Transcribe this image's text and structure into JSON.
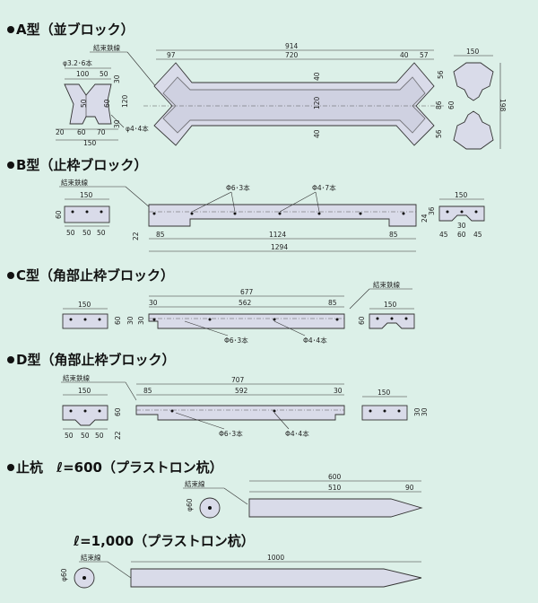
{
  "sections": {
    "a": {
      "title": "A型（並ブロック）"
    },
    "b": {
      "title": "B型（止枠ブロック）"
    },
    "c": {
      "title": "C型（角部止枠ブロック）"
    },
    "d": {
      "title": "D型（角部止枠ブロック）"
    },
    "stake600": {
      "title": "止杭　ℓ=600（プラストロン杭）"
    },
    "stake1000": {
      "title": "ℓ=1,000（プラストロン杭）"
    }
  },
  "labels": {
    "tie_wire": "結束鉄線",
    "tie_wire_short": "結束線",
    "a_rebar1": "φ3.2･6本",
    "a_rebar2": "φ4･4本",
    "rebar_6_3": "Φ6･3本",
    "rebar_4_7": "Φ4･7本",
    "rebar_4_4": "Φ4･4本",
    "phi60": "φ60"
  },
  "dims": {
    "a_end": [
      "100",
      "50",
      "30",
      "120",
      "30",
      "50",
      "60",
      "20",
      "60",
      "70",
      "150"
    ],
    "a_side": [
      "914",
      "97",
      "720",
      "40",
      "57",
      "40",
      "120",
      "40"
    ],
    "a_right": [
      "150",
      "56",
      "86",
      "56",
      "60",
      "198"
    ],
    "b_end": [
      "150",
      "60",
      "22",
      "50",
      "50",
      "50"
    ],
    "b_side": [
      "1124",
      "1294",
      "85",
      "85",
      "24",
      "36"
    ],
    "b_right": [
      "150",
      "30",
      "45",
      "60",
      "45"
    ],
    "c_side": [
      "677",
      "30",
      "562",
      "85",
      "60",
      "30",
      "30"
    ],
    "c_end": [
      "150",
      "150",
      "60"
    ],
    "d_side": [
      "707",
      "85",
      "592",
      "30"
    ],
    "d_end": [
      "150",
      "60",
      "22",
      "50",
      "50",
      "50"
    ],
    "d_right": [
      "150",
      "30",
      "30"
    ],
    "s600": [
      "600",
      "510",
      "90"
    ],
    "s1000": [
      "1000"
    ]
  }
}
